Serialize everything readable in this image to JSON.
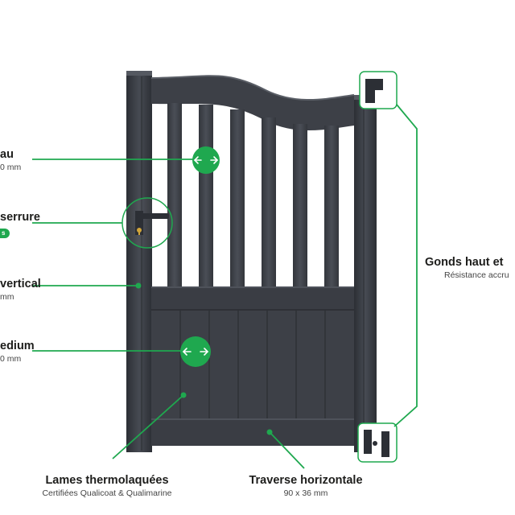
{
  "colors": {
    "accent": "#1fa84f",
    "gate": "#3d4047",
    "gate_dark": "#2e3137",
    "gate_light": "#4a4e56"
  },
  "callouts": {
    "barreau": {
      "title": "au",
      "sub": "0 mm"
    },
    "serrure": {
      "title": "serrure",
      "badge": "s"
    },
    "vertical": {
      "title": "vertical",
      "sub": "mm"
    },
    "medium": {
      "title": "edium",
      "sub": "0 mm"
    },
    "lames": {
      "title": "Lames thermolaquées",
      "sub": "Certifiées Qualicoat & Qualimarine"
    },
    "traverse": {
      "title": "Traverse horizontale",
      "sub": "90 x 36 mm"
    },
    "gonds": {
      "title": "Gonds haut et",
      "sub": "Résistance accru"
    }
  },
  "icons": {
    "top_arrows": "arrows-horizontal-icon",
    "bottom_arrows": "arrows-horizontal-icon",
    "lock": "lock-handle-icon",
    "top_hinge": "hinge-icon",
    "bottom_hinge": "hinge-icon"
  }
}
